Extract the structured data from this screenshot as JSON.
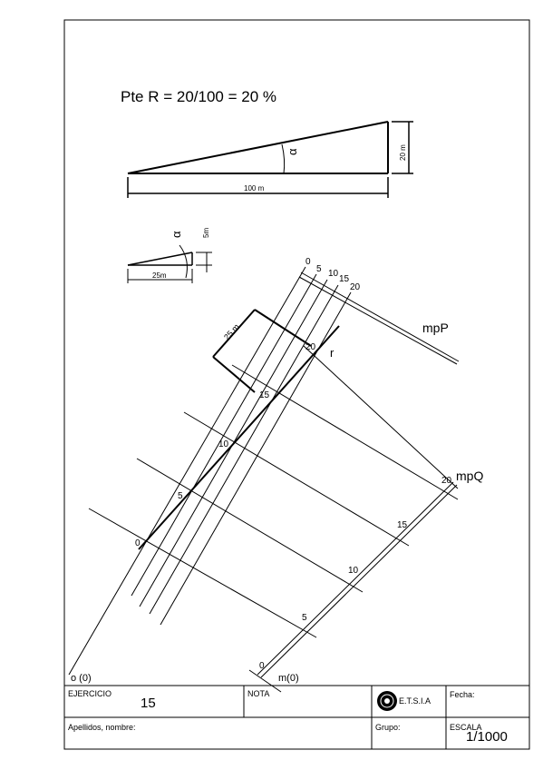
{
  "drawing": {
    "formula": "Pte R = 20/100 = 20 %",
    "big_triangle": {
      "alpha_label": "α",
      "height_label": "20 m",
      "base_label": "100 m"
    },
    "small_triangle": {
      "alpha_label": "α",
      "height_label": "5m",
      "base_label": "25m"
    },
    "axis_labels": {
      "o": "o (0)",
      "m": "m(0)",
      "mpP": "mpP",
      "mpQ": "mpQ",
      "r": "r"
    },
    "p_ticks": [
      "0",
      "5",
      "10",
      "15",
      "20"
    ],
    "q_ticks": [
      "0",
      "5",
      "10",
      "15",
      "20"
    ],
    "r_points": [
      "0",
      "5",
      "10",
      "15",
      "20"
    ],
    "dim_label": "25 m"
  },
  "title_block": {
    "exercise_label": "EJERCICIO",
    "exercise_value": "15",
    "nota_label": "NOTA",
    "school": "E.T.S.I.A",
    "date_label": "Fecha:",
    "name_label": "Apellidos, nombre:",
    "group_label": "Grupo:",
    "scale_label": "ESCALA",
    "scale_value": "1/1000"
  },
  "colors": {
    "ink": "#000000",
    "paper": "#ffffff"
  }
}
